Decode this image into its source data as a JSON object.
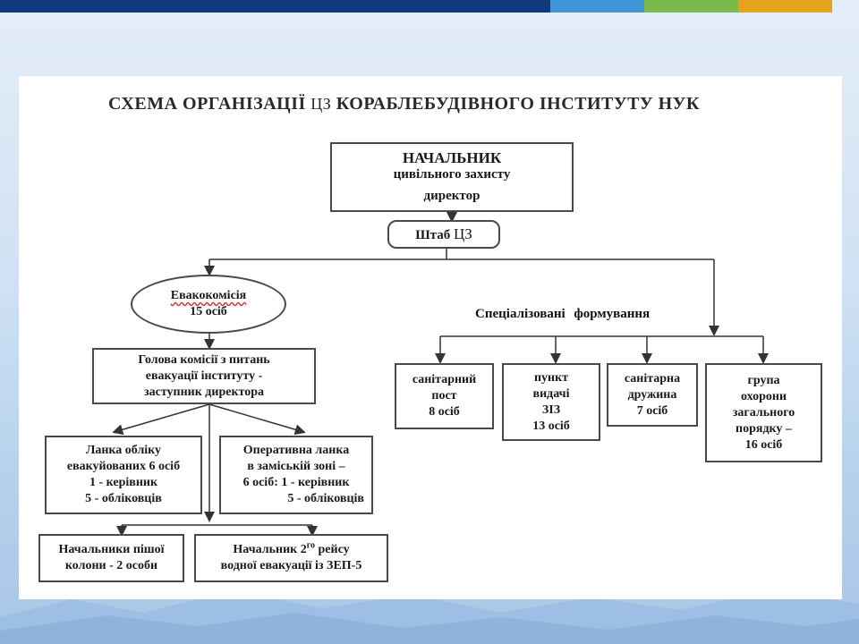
{
  "colors": {
    "bar_navy": "#123a7a",
    "bar_blue": "#3f95d8",
    "bar_green": "#7cb84a",
    "bar_orange": "#e6a21c",
    "border": "#4a4a4a"
  },
  "title": {
    "part1": "СХЕМА ОРГАНІЗАЦІЇ",
    "part2": "ЦЗ",
    "part3": "КОРАБЛЕБУДІВНОГО ІНСТИТУТУ НУК"
  },
  "head": {
    "line1": "НАЧАЛЬНИК",
    "line2": "цивільного захисту",
    "line3": "директор"
  },
  "staff": {
    "part1": "Штаб",
    "part2": "ЦЗ"
  },
  "evac_commission": {
    "line1": "Евакокомісія",
    "line2": "15 осіб"
  },
  "commission_head": {
    "line1": "Голова комісії з питань",
    "line2": "евакуації інституту -",
    "line3": "заступник директора"
  },
  "registration_unit": {
    "line1": "Ланка обліку",
    "line2": "евакуйованих 6 осіб",
    "line3": "1 - керівник",
    "line4": "5 - обліковців"
  },
  "operative_unit": {
    "line1": "Оперативна ланка",
    "line2": "в заміській зоні –",
    "line3": "6 осіб: 1 - керівник",
    "line4": "5 - обліковців"
  },
  "foot_column": {
    "line1": "Начальники пішої",
    "line2": "колони - 2 особи"
  },
  "water_evac": {
    "line1_a": "Начальник 2",
    "line1_sup": "го",
    "line1_b": " рейсу",
    "line2": "водної евакуації із ЗЕП-5"
  },
  "specialized": {
    "part1": "Спеціалізовані",
    "part2": "формування"
  },
  "formations": [
    {
      "line1": "санітарний",
      "line2": "пост",
      "line3": "8 осіб"
    },
    {
      "line1": "пункт",
      "line2": "видачі",
      "line3": "ЗІЗ",
      "line4": "13 осіб"
    },
    {
      "line1": "санітарна",
      "line2": "дружина",
      "line3": "7 осіб"
    },
    {
      "line1": "група",
      "line2": "охорони",
      "line3": "загального",
      "line4": "порядку –",
      "line5": "16 осіб"
    }
  ]
}
